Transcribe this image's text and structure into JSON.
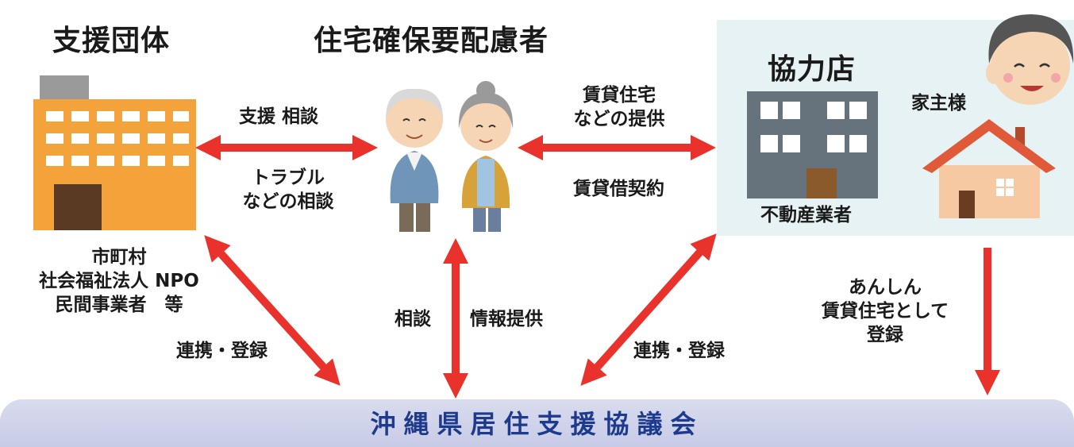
{
  "support_org": {
    "heading": "支援団体",
    "types": [
      "市町村",
      "社会福祉法人 NPO",
      "民間事業者　等"
    ]
  },
  "tenants": {
    "heading": "住宅確保要配慮者"
  },
  "partner_shop": {
    "heading": "協力店",
    "real_estate_label": "不動産業者",
    "landlord_label": "家主様"
  },
  "links": {
    "support_consult": "支援 相談",
    "trouble_consult_line1": "トラブル",
    "trouble_consult_line2": "などの相談",
    "rental_provision_line1": "賃貸住宅",
    "rental_provision_line2": "などの提供",
    "lease_contract": "賃貸借契約",
    "consult": "相談",
    "info_provision": "情報提供",
    "collab_register_left": "連携・登録",
    "collab_register_right": "連携・登録",
    "anshin_line1": "あんしん",
    "anshin_line2": "賃貸住宅として",
    "anshin_line3": "登録"
  },
  "council": {
    "name": "沖縄県居住支援協議会"
  },
  "colors": {
    "arrow_red": "#e8322b",
    "building_orange": "#f4a23a",
    "council_text": "#1e3a8c",
    "panel_bg": "#e6f2f4"
  }
}
